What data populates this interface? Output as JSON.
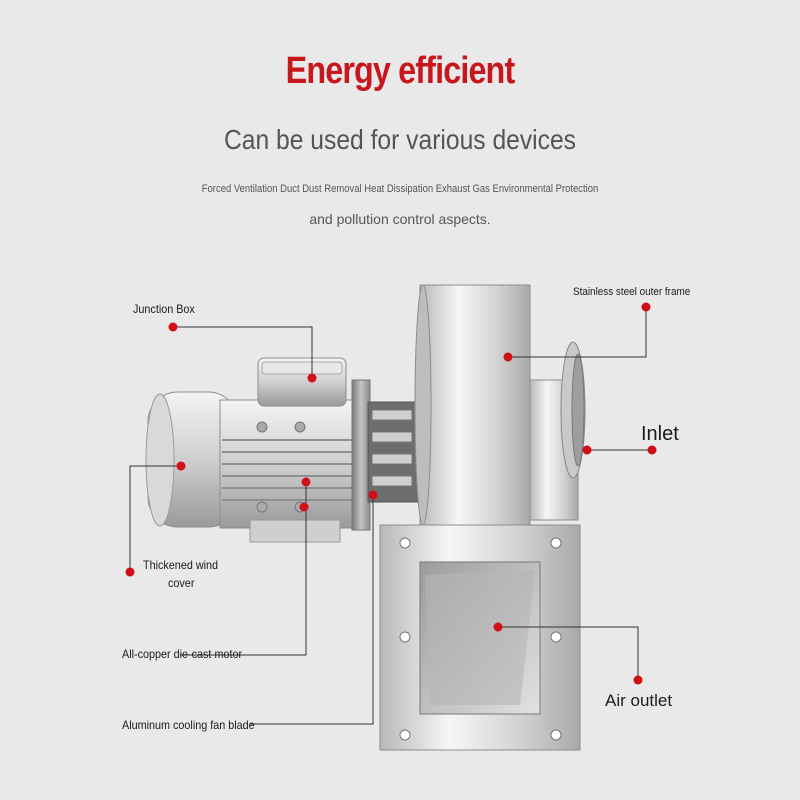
{
  "header": {
    "title": "Energy efficient",
    "subtitle": "Can be used for various devices",
    "description_line1": "Forced Ventilation Duct Dust Removal Heat Dissipation Exhaust Gas Environmental Protection",
    "description_line2": "and pollution control aspects."
  },
  "callouts": {
    "junction_box": "Junction Box",
    "stainless_frame": "Stainless steel outer frame",
    "inlet": "Inlet",
    "wind_cover_line1": "Thickened wind",
    "wind_cover_line2": "cover",
    "motor": "All-copper die-cast motor",
    "air_outlet": "Air outlet",
    "fan_blade": "Aluminum cooling fan blade"
  },
  "colors": {
    "accent": "#c8161d",
    "background": "#e9e9e9",
    "text": "#555555"
  }
}
